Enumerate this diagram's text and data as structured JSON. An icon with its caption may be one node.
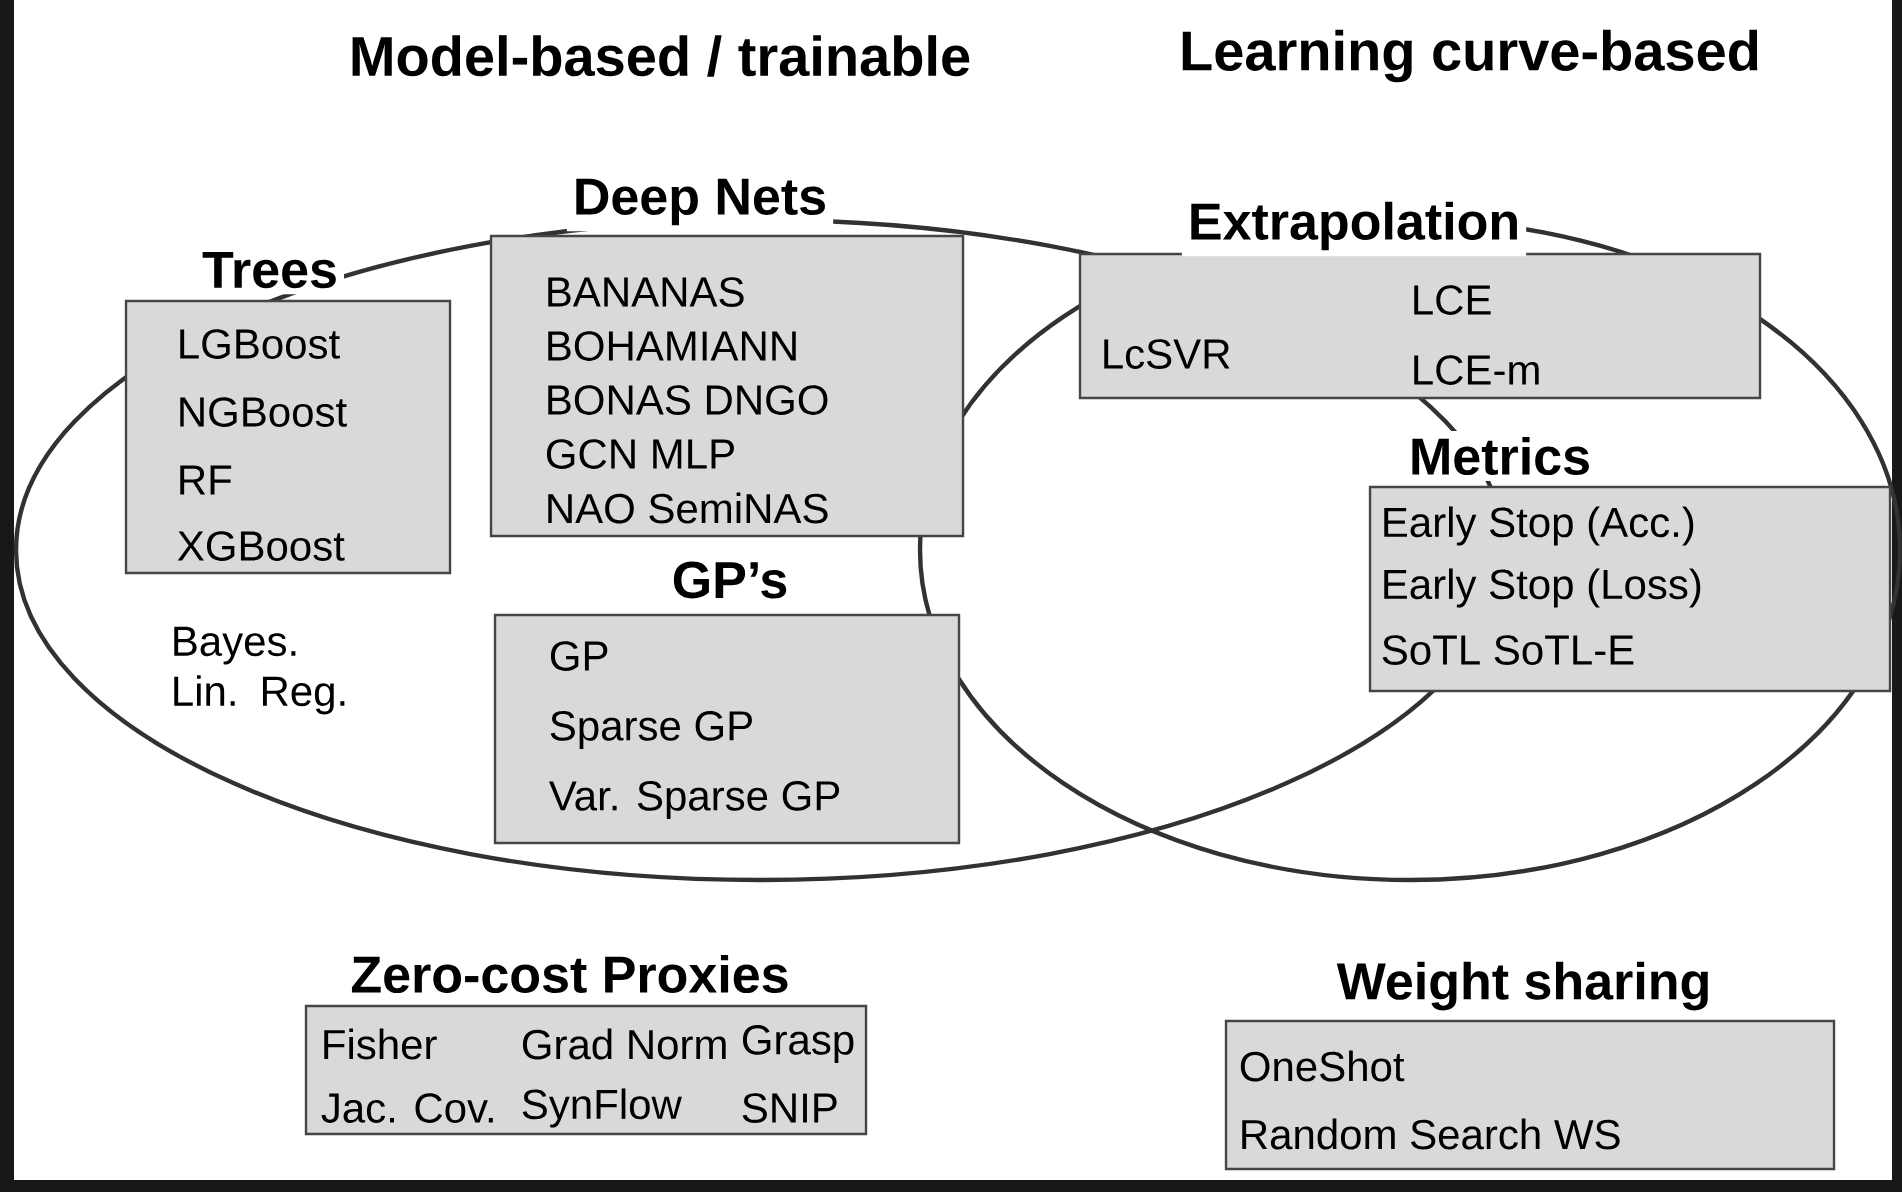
{
  "diagram": {
    "nodes": [
      {
        "text": [
          "Model-based / trainable"
        ]
      },
      {
        "text": [
          "Learning curve-based"
        ]
      },
      {
        "text": [
          "Trees",
          "LGBoost",
          "NGBoost",
          "RF",
          "XGBoost"
        ],
        "in": 0
      },
      {
        "text": [
          "Deep Nets",
          "BANANAS",
          "BOHAMIANN",
          "BONAS DNGO",
          "GCN  MLP",
          "NAO SemiNAS"
        ],
        "in": 0
      },
      {
        "text": [
          "GP’s",
          "GP",
          "Sparse GP",
          "Var. Sparse GP"
        ],
        "in": 0
      },
      {
        "text": [
          "Extrapolation",
          "LcSVR",
          "LCE",
          "LCE-m"
        ],
        "in": 1
      },
      {
        "text": [
          "Metrics",
          "Early Stop (Acc.)",
          "Early Stop (Loss)",
          "SoTL   SoTL-E"
        ],
        "in": 1
      },
      {
        "text": [
          "Zero-cost Proxies",
          "Fisher",
          "Grad Norm",
          "Grasp",
          "Jac. Cov.",
          "SynFlow",
          "SNIP"
        ]
      },
      {
        "text": [
          "Weight sharing",
          "OneShot",
          "Random Search WS"
        ]
      }
    ],
    "labels": [
      "Bayes. Lin. Reg."
    ]
  }
}
